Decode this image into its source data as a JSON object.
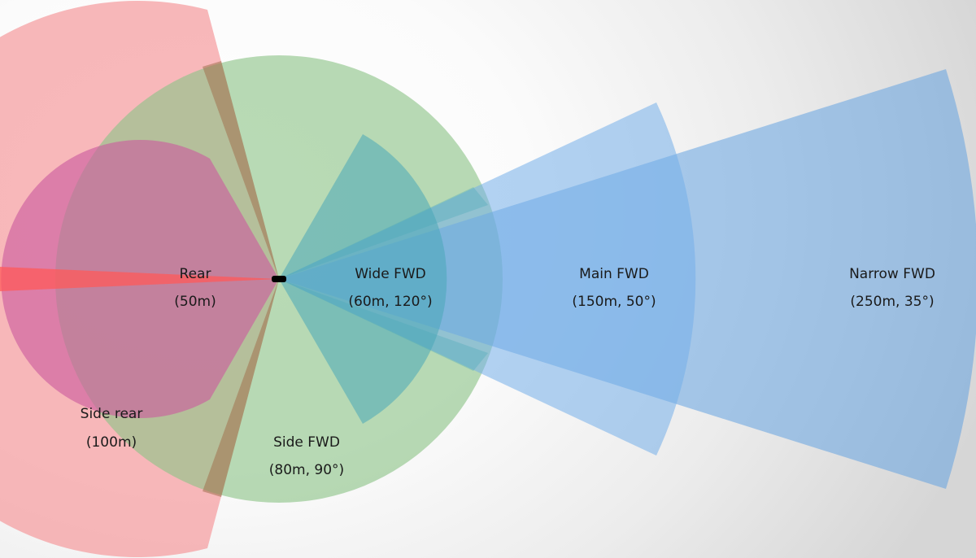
{
  "zones": [
    {
      "id": "side-rear",
      "name": "Side rear",
      "detail": "(100m)",
      "color": "#f59da0"
    },
    {
      "id": "side-fwd",
      "name": "Side FWD",
      "detail": "(80m, 90°)",
      "color": "#8cc487"
    },
    {
      "id": "rear",
      "name": "Rear",
      "detail": "(50m)",
      "color": "#cc5a9e"
    },
    {
      "id": "wide-fwd",
      "name": "Wide FWD",
      "detail": "(60m, 120°)",
      "color": "#4aa8b8"
    },
    {
      "id": "main-fwd",
      "name": "Main FWD",
      "detail": "(150m, 50°)",
      "color": "#74aeea"
    },
    {
      "id": "narrow-fwd",
      "name": "Narrow FWD",
      "detail": "(250m, 35°)",
      "color": "#5ea0e0"
    }
  ],
  "colors": {
    "rear_strip": "#ff5a5a",
    "vehicle": "#000000",
    "overlap_brown": "#a0714e"
  }
}
